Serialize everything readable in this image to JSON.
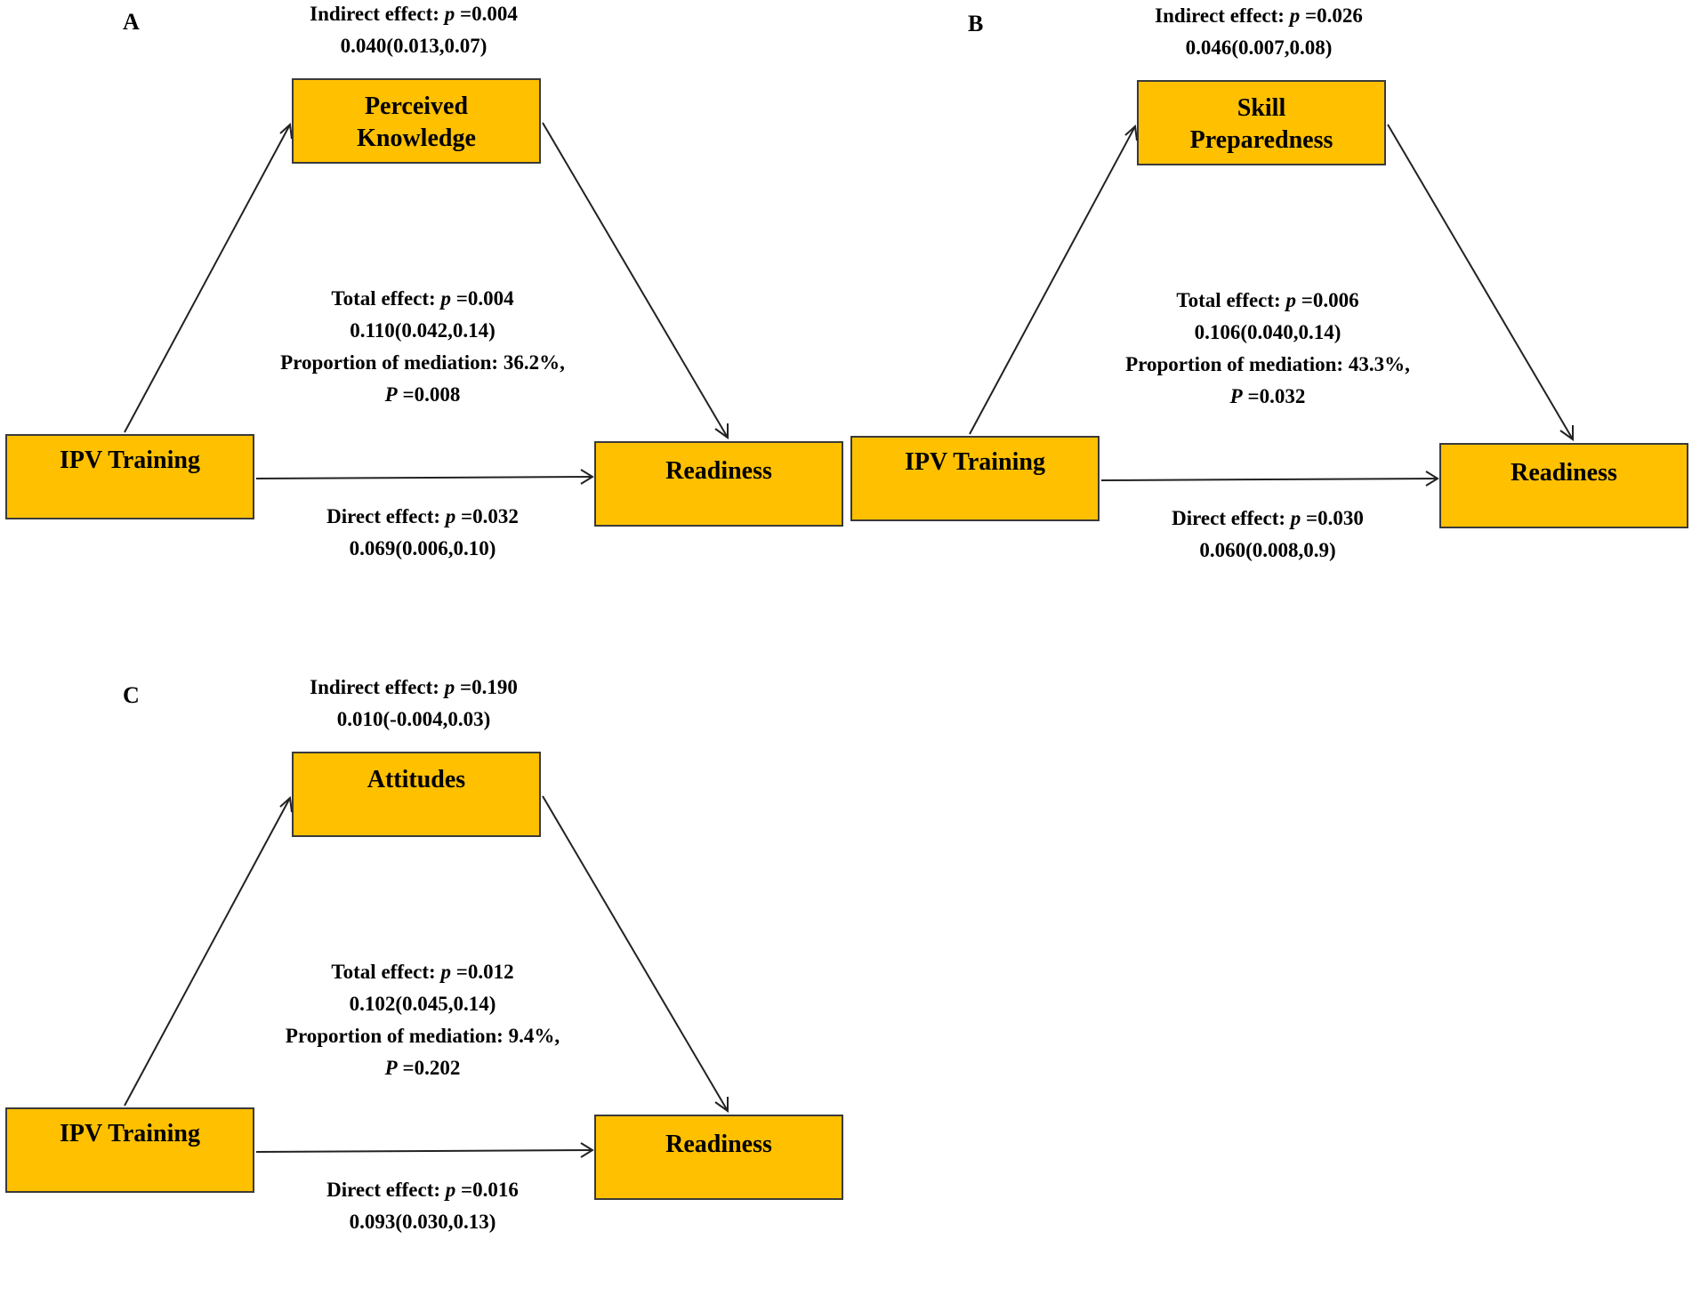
{
  "panels": [
    {
      "id": "A",
      "mediator": [
        "Perceived",
        "Knowledge"
      ],
      "exposure": "IPV Training",
      "outcome": "Readiness",
      "indirect": {
        "label": "Indirect effect: ",
        "p": "p",
        "p_value": " =0.004",
        "ci": "0.040(0.013,0.07)"
      },
      "total": {
        "label": "Total effect: ",
        "p": "p",
        "p_value": " =0.004",
        "ci": "0.110(0.042,0.14)",
        "proportion": "Proportion of mediation: 36.2%,",
        "P": "P",
        "P_value": " =0.008"
      },
      "direct": {
        "label": "Direct effect: ",
        "p": "p",
        "p_value": " =0.032",
        "ci": "0.069(0.006,0.10)"
      }
    },
    {
      "id": "B",
      "mediator": [
        "Skill",
        "Preparedness"
      ],
      "exposure": "IPV Training",
      "outcome": "Readiness",
      "indirect": {
        "label": "Indirect effect: ",
        "p": "p",
        "p_value": " =0.026",
        "ci": "0.046(0.007,0.08)"
      },
      "total": {
        "label": "Total effect: ",
        "p": "p",
        "p_value": " =0.006",
        "ci": "0.106(0.040,0.14)",
        "proportion": "Proportion of mediation: 43.3%,",
        "P": "P",
        "P_value": " =0.032"
      },
      "direct": {
        "label": "Direct effect: ",
        "p": "p",
        "p_value": " =0.030",
        "ci": "0.060(0.008,0.9)"
      }
    },
    {
      "id": "C",
      "mediator": [
        "Attitudes",
        ""
      ],
      "exposure": "IPV Training",
      "outcome": "Readiness",
      "indirect": {
        "label": "Indirect effect: ",
        "p": "p",
        "p_value": " =0.190",
        "ci": "0.010(-0.004,0.03)"
      },
      "total": {
        "label": "Total effect: ",
        "p": "p",
        "p_value": " =0.012",
        "ci": "0.102(0.045,0.14)",
        "proportion": "Proportion of mediation: 9.4%,",
        "P": "P",
        "P_value": " =0.202"
      },
      "direct": {
        "label": "Direct effect: ",
        "p": "p",
        "p_value": " =0.016",
        "ci": "0.093(0.030,0.13)"
      }
    }
  ],
  "colors": {
    "box_fill": "#FFC000",
    "arrow": "#222222"
  }
}
